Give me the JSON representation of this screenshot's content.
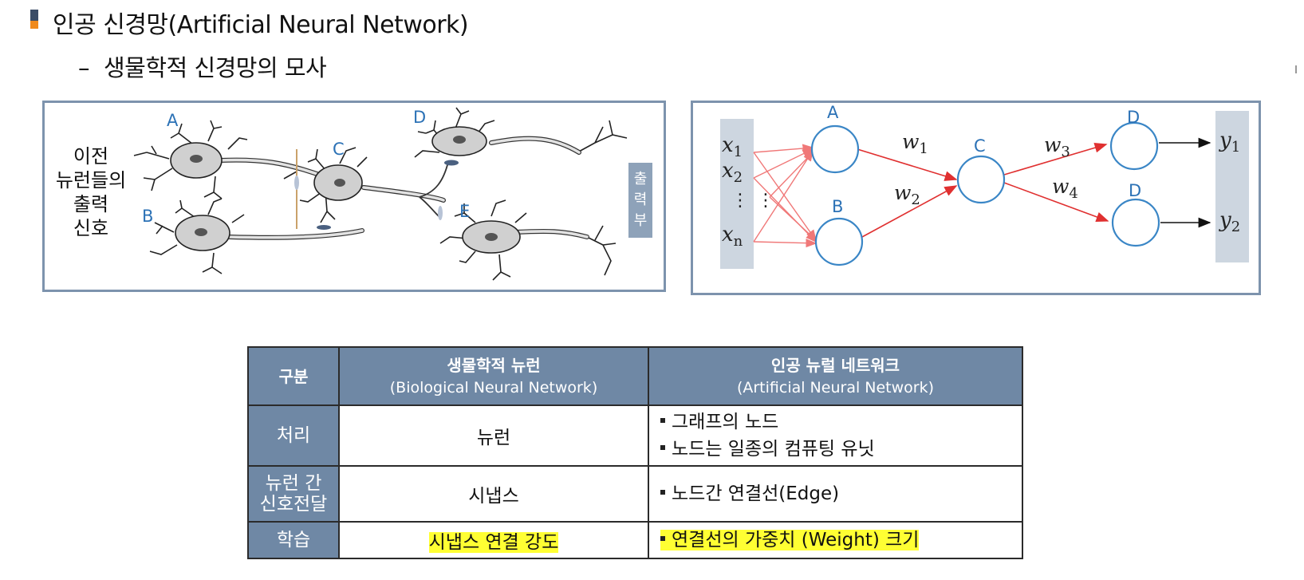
{
  "header": {
    "title": "인공 신경망(Artificial Neural Network)",
    "subtitle_dash": "–",
    "subtitle": "생물학적 신경망의 모사"
  },
  "bio_diagram": {
    "prev_label": [
      "이전",
      "뉴런들의",
      "출력",
      "신호"
    ],
    "output_label": [
      "출",
      "력",
      "부"
    ],
    "neurons": [
      "A",
      "B",
      "C",
      "D",
      "E"
    ]
  },
  "ann_diagram": {
    "inputs": [
      {
        "var": "x",
        "sub": "1"
      },
      {
        "var": "x",
        "sub": "2"
      },
      {
        "var": "x",
        "sub": "n"
      }
    ],
    "ellipsis": "⋮",
    "nodes": [
      "A",
      "B",
      "C",
      "D",
      "D"
    ],
    "weights": [
      {
        "var": "w",
        "sub": "1"
      },
      {
        "var": "w",
        "sub": "2"
      },
      {
        "var": "w",
        "sub": "3"
      },
      {
        "var": "w",
        "sub": "4"
      }
    ],
    "outputs": [
      {
        "var": "y",
        "sub": "1"
      },
      {
        "var": "y",
        "sub": "2"
      }
    ],
    "colors": {
      "node": "#3a86c6",
      "edge": "#e03030",
      "input_edge": "#f07878",
      "panel": "#cdd6e0"
    }
  },
  "table": {
    "header": {
      "col0": "구분",
      "col1": "생물학적 뉴런",
      "col1_en": "(Biological Neural Network)",
      "col2": "인공 뉴럴 네트워크",
      "col2_en": "(Artificial Neural Network)"
    },
    "rows": [
      {
        "label": "처리",
        "bio": "뉴런",
        "ann": [
          "그래프의 노드",
          "노드는 일종의 컴퓨팅 유닛"
        ]
      },
      {
        "label_lines": [
          "뉴런 간",
          "신호전달"
        ],
        "bio": "시냅스",
        "ann": [
          "노드간 연결선(Edge)"
        ]
      },
      {
        "label": "학습",
        "bio": "시냅스 연결 강도",
        "ann": [
          "연결선의 가중치 (Weight) 크기"
        ]
      }
    ],
    "highlight_color": "#ffff33"
  }
}
